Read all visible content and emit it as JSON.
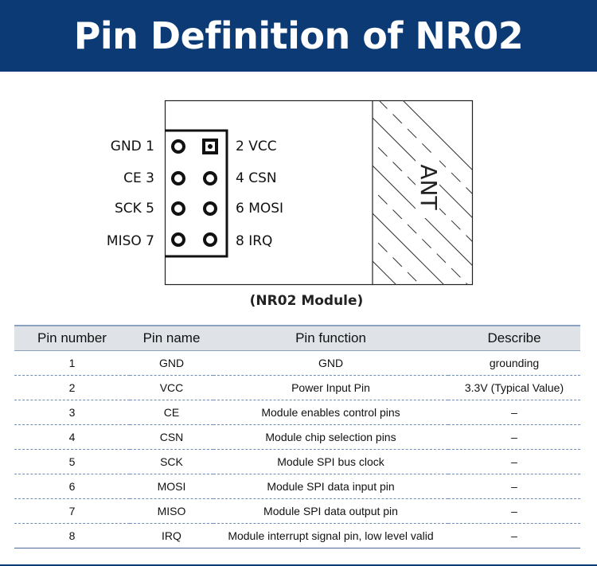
{
  "header": {
    "title": "Pin Definition of NR02"
  },
  "module": {
    "caption": "(NR02 Module)",
    "antenna_label": "ANT",
    "pins_left": [
      "GND 1",
      "CE 3",
      "SCK 5",
      "MISO 7"
    ],
    "pins_right": [
      "2 VCC",
      "4 CSN",
      "6 MOSI",
      "8 IRQ"
    ]
  },
  "table": {
    "headers": [
      "Pin number",
      "Pin name",
      "Pin function",
      "Describe"
    ],
    "rows": [
      [
        "1",
        "GND",
        "GND",
        "grounding"
      ],
      [
        "2",
        "VCC",
        "Power Input Pin",
        "3.3V (Typical Value)"
      ],
      [
        "3",
        "CE",
        "Module enables control pins",
        "–"
      ],
      [
        "4",
        "CSN",
        "Module chip selection pins",
        "–"
      ],
      [
        "5",
        "SCK",
        "Module SPI bus clock",
        "–"
      ],
      [
        "6",
        "MOSI",
        "Module SPI data input pin",
        "–"
      ],
      [
        "7",
        "MISO",
        "Module SPI data output pin",
        "–"
      ],
      [
        "8",
        "IRQ",
        "Module interrupt signal pin, low level valid",
        "–"
      ]
    ]
  },
  "colors": {
    "header_bg": "#0b3a74",
    "header_text": "#ffffff",
    "table_header_bg": "#dfe3e8",
    "row_divider": "#6f8fb8"
  }
}
